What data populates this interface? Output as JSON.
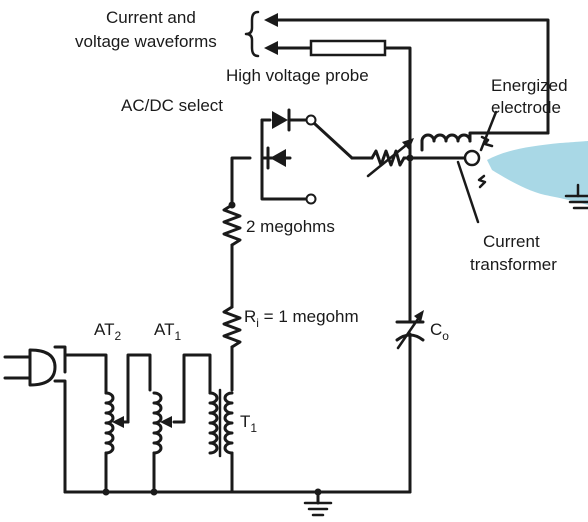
{
  "labels": {
    "waveforms_line1": "Current and",
    "waveforms_line2": "voltage waveforms",
    "hv_probe": "High voltage probe",
    "acdc_select": "AC/DC select",
    "energized_line1": "Energized",
    "energized_line2": "electrode",
    "two_megohms": "2 megohms",
    "ct_line1": "Current",
    "ct_line2": "transformer",
    "ri_main": "R",
    "ri_sub": "i",
    "ri_rest": " = 1  megohm",
    "co_main": "C",
    "co_sub": "o",
    "at2_main": "AT",
    "at2_sub": "2",
    "at1_main": "AT",
    "at1_sub": "1",
    "t1_main": "T",
    "t1_sub": "1"
  },
  "colors": {
    "wire": "#1a1a1a",
    "discharge": "#a9d8e6"
  }
}
